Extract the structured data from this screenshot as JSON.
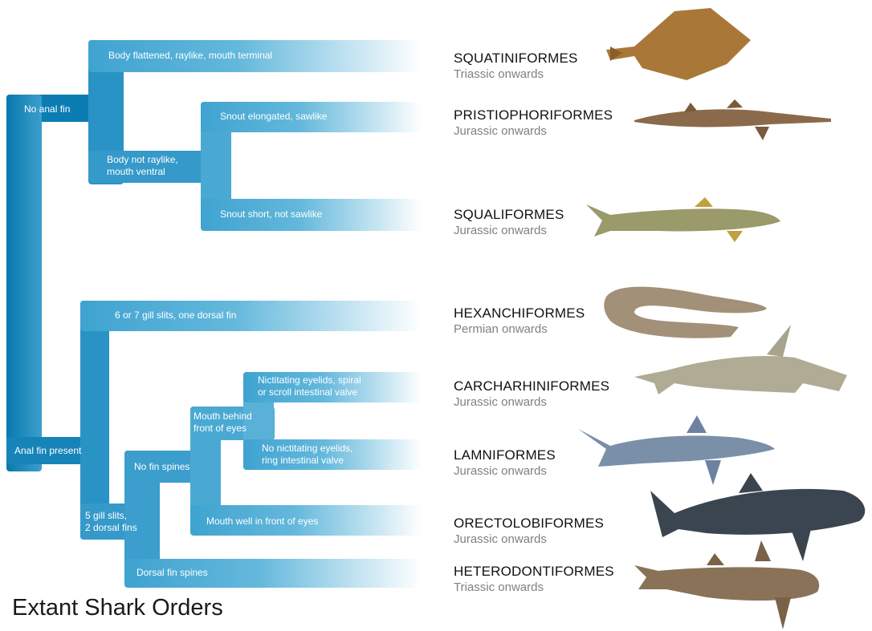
{
  "title": "Extant Shark Orders",
  "colors": {
    "branch_dark": "#0a7db2",
    "branch_mid": "#3ea2cf",
    "branch_light": "#7fc5e3"
  },
  "nodes": {
    "no_anal_fin": "No anal fin",
    "anal_fin_present": "Anal fin present",
    "body_flattened": "Body flattened, raylike, mouth terminal",
    "body_not_raylike": [
      "Body not raylike,",
      "mouth ventral"
    ],
    "snout_elongated": "Snout elongated, sawlike",
    "snout_short": "Snout short, not sawlike",
    "gill_6_7": "6 or 7 gill slits, one dorsal fin",
    "gill_5": [
      "5 gill slits,",
      "2 dorsal fins"
    ],
    "no_fin_spines": "No fin spines",
    "dorsal_fin_spines": "Dorsal fin spines",
    "mouth_behind": [
      "Mouth behind",
      "front of eyes"
    ],
    "mouth_well_front": "Mouth well in front of eyes",
    "nictitating": [
      "Nictitating eyelids, spiral",
      "or scroll intestinal valve"
    ],
    "no_nictitating": [
      "No nictitating eyelids,",
      "ring intestinal valve"
    ]
  },
  "orders": [
    {
      "name": "SQUATINIFORMES",
      "period": "Triassic onwards",
      "icon": "angel-shark-illustration"
    },
    {
      "name": "PRISTIOPHORIFORMES",
      "period": "Jurassic onwards",
      "icon": "sawshark-illustration"
    },
    {
      "name": "SQUALIFORMES",
      "period": "Jurassic onwards",
      "icon": "dogfish-shark-illustration"
    },
    {
      "name": "HEXANCHIFORMES",
      "period": "Permian onwards",
      "icon": "frilled-shark-illustration"
    },
    {
      "name": "CARCHARHINIFORMES",
      "period": "Jurassic onwards",
      "icon": "hammerhead-shark-illustration"
    },
    {
      "name": "LAMNIFORMES",
      "period": "Jurassic onwards",
      "icon": "mako-shark-illustration"
    },
    {
      "name": "ORECTOLOBIFORMES",
      "period": "Jurassic onwards",
      "icon": "whale-shark-illustration"
    },
    {
      "name": "HETERODONTIFORMES",
      "period": "Triassic onwards",
      "icon": "horn-shark-illustration"
    }
  ]
}
